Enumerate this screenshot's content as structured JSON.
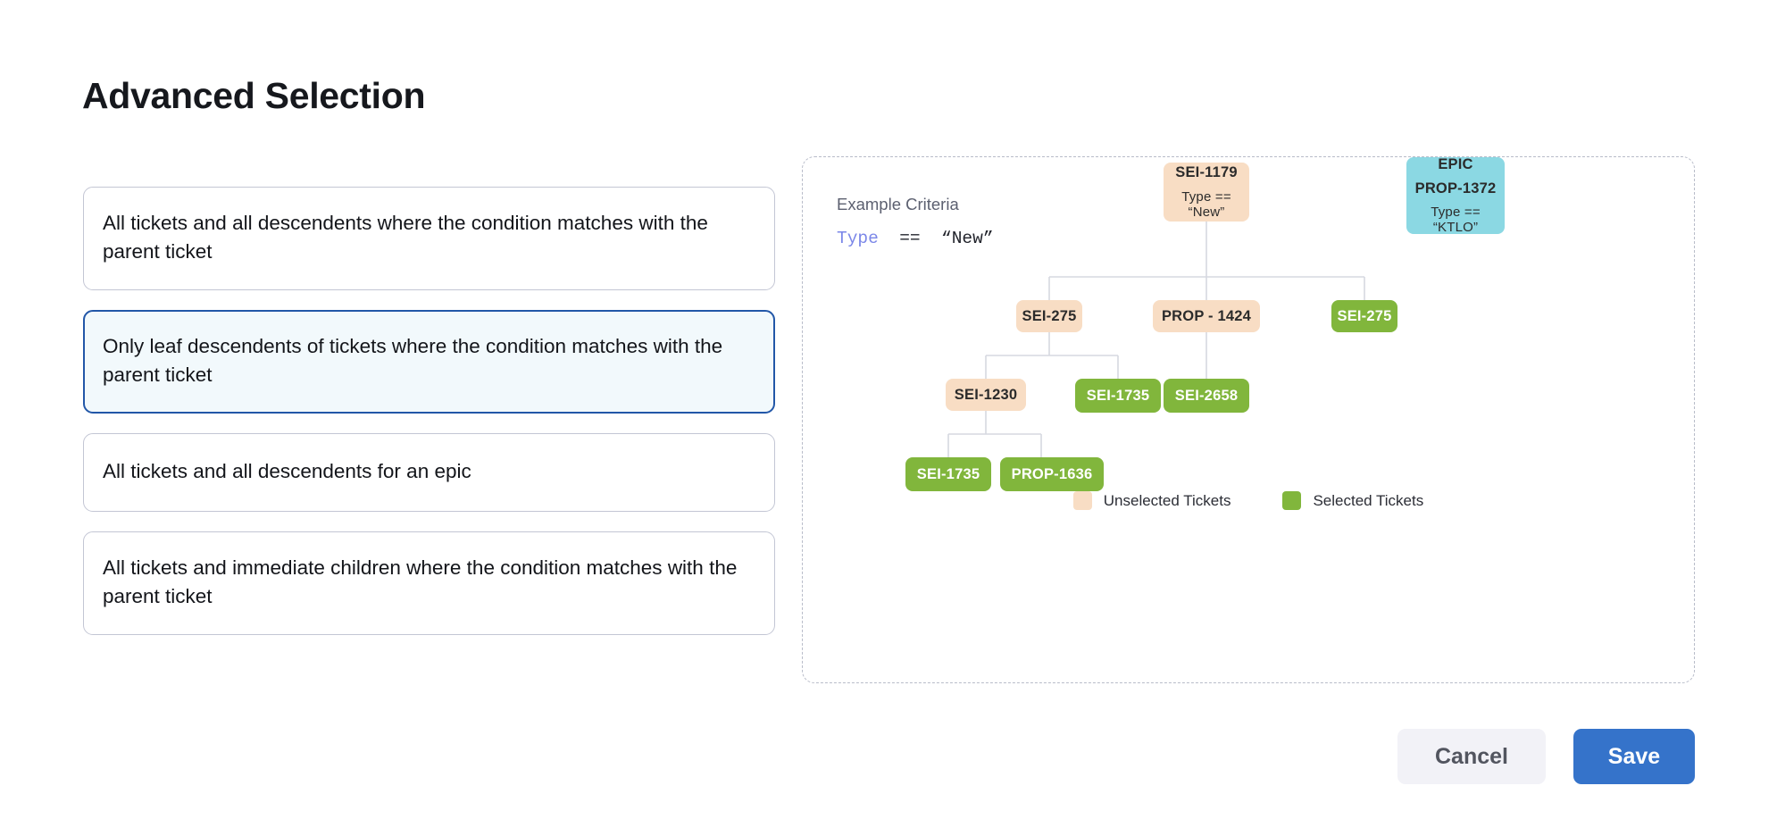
{
  "page": {
    "title": "Advanced Selection"
  },
  "options": {
    "items": [
      {
        "label": "All tickets and all descendents where the condition matches with the parent ticket",
        "selected": false
      },
      {
        "label": "Only leaf descendents of tickets where the condition matches with the parent ticket",
        "selected": true
      },
      {
        "label": "All tickets and all descendents for an epic",
        "selected": false
      },
      {
        "label": "All tickets and immediate children where the condition matches with the parent ticket",
        "selected": false
      }
    ]
  },
  "diagram": {
    "criteria_label": "Example Criteria",
    "criteria": {
      "field": "Type",
      "operator": "==",
      "value": "“New”"
    },
    "nodes": {
      "root": {
        "id": "SEI-1179",
        "sub": "Type == “New”",
        "state": "unselected"
      },
      "epic": {
        "kind": "EPIC",
        "id": "PROP-1372",
        "sub": "Type == “KTLO”",
        "state": "epic"
      },
      "l2a": {
        "id": "SEI-275",
        "state": "unselected"
      },
      "l2b": {
        "id": "PROP - 1424",
        "state": "unselected"
      },
      "l2c": {
        "id": "SEI-275",
        "state": "selected"
      },
      "l3a": {
        "id": "SEI-1230",
        "state": "unselected"
      },
      "l3b": {
        "id": "SEI-1735",
        "state": "selected"
      },
      "l3c": {
        "id": "SEI-2658",
        "state": "selected"
      },
      "l4a": {
        "id": "SEI-1735",
        "state": "selected"
      },
      "l4b": {
        "id": "PROP-1636",
        "state": "selected"
      }
    },
    "legend": [
      {
        "label": "Unselected Tickets",
        "color": "#f8ddc4"
      },
      {
        "label": "Selected Tickets",
        "color": "#81b63c"
      }
    ]
  },
  "footer": {
    "cancel_label": "Cancel",
    "save_label": "Save"
  },
  "colors": {
    "accent": "#3573ca",
    "selected_card_border": "#2257a8",
    "selected_card_bg": "#f2f9fc",
    "unselected_node": "#f8ddc4",
    "selected_node": "#81b63c",
    "epic_node": "#8bd8e3"
  }
}
